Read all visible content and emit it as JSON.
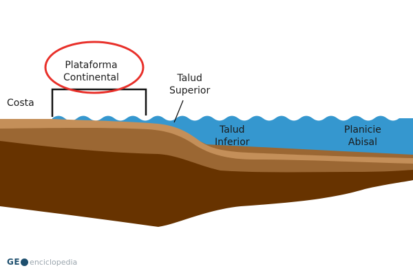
{
  "labels": {
    "costa": "Costa",
    "plataforma_line1": "Plataforma",
    "plataforma_line2": "Continental",
    "talud_superior_line1": "Talud",
    "talud_superior_line2": "Superior",
    "talud_inferior_line1": "Talud",
    "talud_inferior_line2": "Inferior",
    "planicie_line1": "Planicie",
    "planicie_line2": "Abisal"
  },
  "logo": {
    "bold": "GE",
    "rest": "enciclopedia"
  },
  "colors": {
    "water": "#3597cf",
    "sand_light": "#c48f59",
    "sand_mid": "#9b6733",
    "earth_dark": "#673300",
    "highlight_ellipse": "#e8302a",
    "bracket": "#111111",
    "logo_dark": "#1e4f6e"
  }
}
